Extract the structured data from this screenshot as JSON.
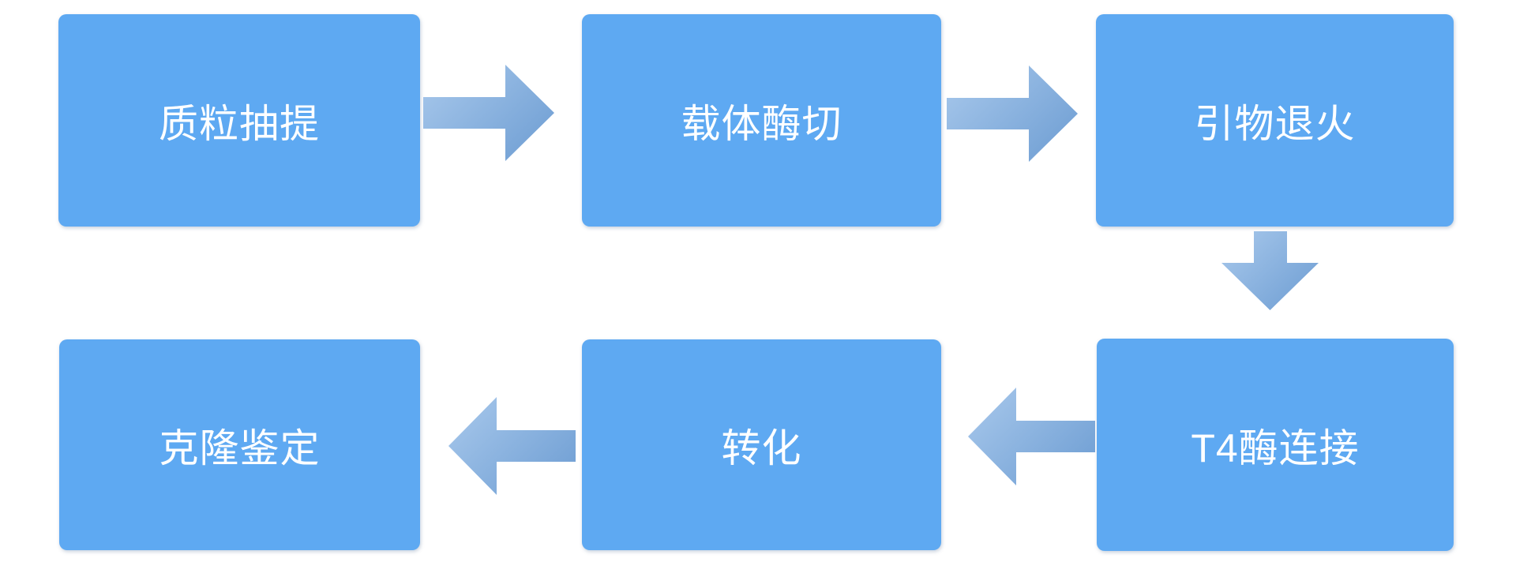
{
  "diagram": {
    "type": "flowchart",
    "colors": {
      "background": "#ffffff",
      "box_fill": "#5EA9F2",
      "arrow_gradient_start": "#A9C9EC",
      "arrow_gradient_end": "#6C9CD2",
      "text_color": "#ffffff"
    },
    "nodes": [
      {
        "id": "plasmid-extraction",
        "label": "质粒抽提"
      },
      {
        "id": "vector-digestion",
        "label": "载体酶切"
      },
      {
        "id": "primer-annealing",
        "label": "引物退火"
      },
      {
        "id": "t4-ligation",
        "label": "T4酶连接"
      },
      {
        "id": "transformation",
        "label": "转化"
      },
      {
        "id": "clone-identification",
        "label": "克隆鉴定"
      }
    ],
    "arrows": [
      {
        "id": "arrow-1",
        "direction": "right",
        "from": "质粒抽提",
        "to": "载体酶切"
      },
      {
        "id": "arrow-2",
        "direction": "right",
        "from": "载体酶切",
        "to": "引物退火"
      },
      {
        "id": "arrow-3",
        "direction": "down",
        "from": "引物退火",
        "to": "T4酶连接"
      },
      {
        "id": "arrow-4",
        "direction": "left",
        "from": "T4酶连接",
        "to": "转化"
      },
      {
        "id": "arrow-5",
        "direction": "left",
        "from": "转化",
        "to": "克隆鉴定"
      }
    ]
  }
}
